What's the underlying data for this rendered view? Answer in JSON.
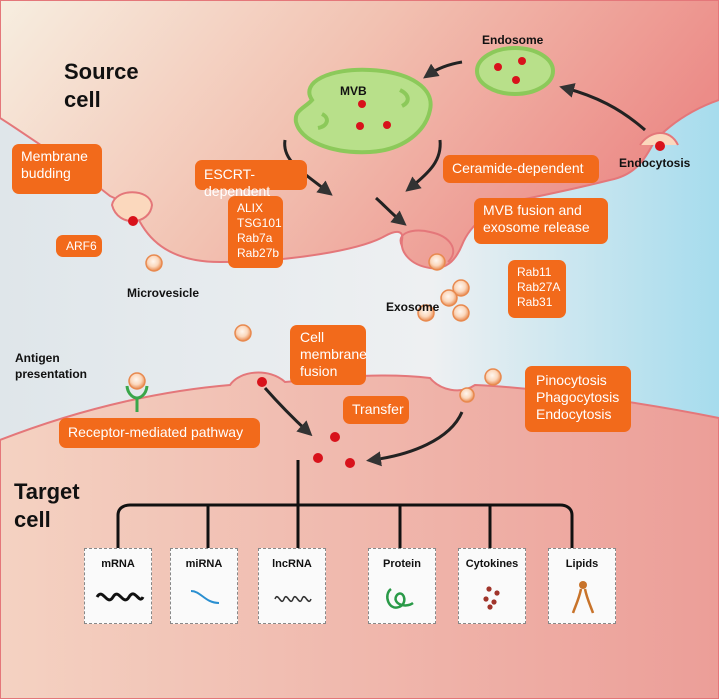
{
  "titles": {
    "source_line1": "Source",
    "source_line2": "cell",
    "target_line1": "Target",
    "target_line2": "cell"
  },
  "labels": {
    "endosome": "Endosome",
    "mvb": "MVB",
    "endocytosis": "Endocytosis",
    "microvesicle": "Microvesicle",
    "exosome": "Exosome",
    "antigen_line1": "Antigen",
    "antigen_line2": "presentation"
  },
  "boxes": {
    "membrane_budding_1": "Membrane",
    "membrane_budding_2": "budding",
    "arf6": "ARF6",
    "escrt": "ESCRT-dependent",
    "escrt_proteins": [
      "ALIX",
      "TSG101",
      "Rab7a",
      "Rab27b"
    ],
    "ceramide": "Ceramide-dependent",
    "mvb_fusion_1": "MVB fusion and",
    "mvb_fusion_2": "exosome release",
    "rabs": [
      "Rab11",
      "Rab27A",
      "Rab31"
    ],
    "cell_membrane_fusion": [
      "Cell",
      "membrane",
      "fusion"
    ],
    "transfer": "Transfer",
    "receptor_mediated": "Receptor-mediated pathway",
    "uptake": [
      "Pinocytosis",
      "Phagocytosis",
      "Endocytosis"
    ]
  },
  "cargo": [
    {
      "name": "mRNA"
    },
    {
      "name": "miRNA"
    },
    {
      "name": "lncRNA"
    },
    {
      "name": "Protein"
    },
    {
      "name": "Cytokines"
    },
    {
      "name": "Lipids"
    }
  ],
  "colors": {
    "orange_box": "#f26a1b",
    "mvb_green": "#b8e08a",
    "cargo_red": "#d8121b",
    "vesicle_orange": "#f0a070",
    "source_bg": "#f0b6a8",
    "target_bg": "#eeb0a4"
  }
}
